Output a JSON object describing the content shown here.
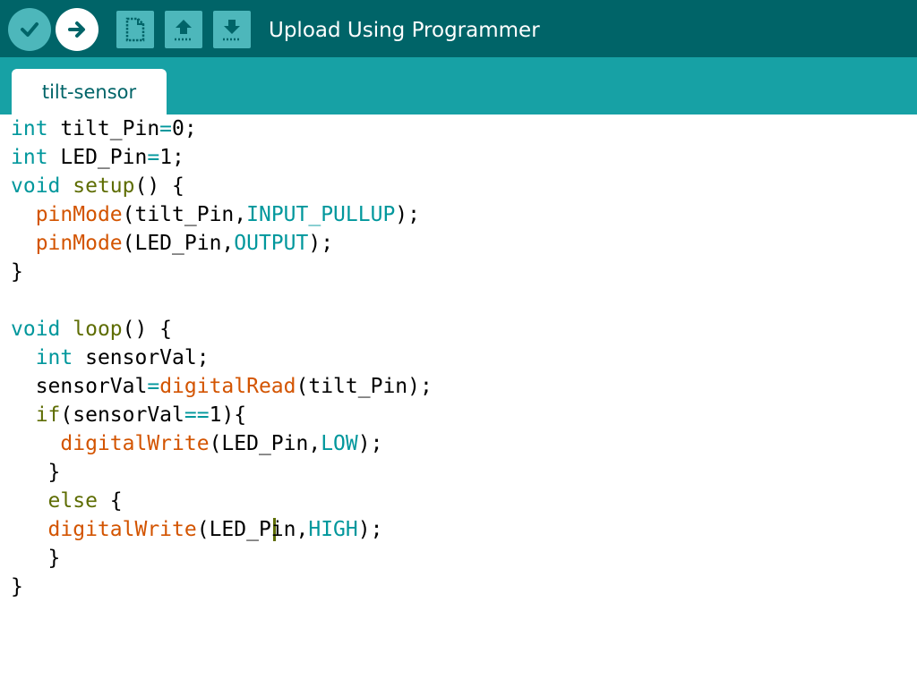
{
  "toolbar": {
    "title": "Upload Using Programmer",
    "buttons": [
      {
        "name": "verify",
        "icon": "check-icon"
      },
      {
        "name": "upload",
        "icon": "arrow-right-icon"
      },
      {
        "name": "new",
        "icon": "new-document-icon"
      },
      {
        "name": "open",
        "icon": "open-arrow-up-icon"
      },
      {
        "name": "save",
        "icon": "save-arrow-down-icon"
      }
    ]
  },
  "tab": {
    "label": "tilt-sensor"
  },
  "colors": {
    "toolbar_bg": "#006468",
    "tabbar_bg": "#17a1a5",
    "button_bg": "#4db7bb",
    "type_keyword": "#00979c",
    "function": "#d35400",
    "control_keyword": "#5e6d03"
  },
  "code": {
    "lines": [
      [
        {
          "t": "int",
          "c": "type"
        },
        {
          "t": " tilt_Pin",
          "c": "plain"
        },
        {
          "t": "=",
          "c": "type"
        },
        {
          "t": "0;",
          "c": "plain"
        }
      ],
      [
        {
          "t": "int",
          "c": "type"
        },
        {
          "t": " LED_Pin",
          "c": "plain"
        },
        {
          "t": "=",
          "c": "type"
        },
        {
          "t": "1;",
          "c": "plain"
        }
      ],
      [
        {
          "t": "void",
          "c": "type"
        },
        {
          "t": " ",
          "c": "plain"
        },
        {
          "t": "setup",
          "c": "kw"
        },
        {
          "t": "() {",
          "c": "plain"
        }
      ],
      [
        {
          "t": "  ",
          "c": "plain"
        },
        {
          "t": "pinMode",
          "c": "func"
        },
        {
          "t": "(tilt_Pin,",
          "c": "plain"
        },
        {
          "t": "INPUT_PULLUP",
          "c": "const"
        },
        {
          "t": ");",
          "c": "plain"
        }
      ],
      [
        {
          "t": "  ",
          "c": "plain"
        },
        {
          "t": "pinMode",
          "c": "func"
        },
        {
          "t": "(LED_Pin,",
          "c": "plain"
        },
        {
          "t": "OUTPUT",
          "c": "const"
        },
        {
          "t": ");",
          "c": "plain"
        }
      ],
      [
        {
          "t": "}",
          "c": "plain"
        }
      ],
      [],
      [
        {
          "t": "void",
          "c": "type"
        },
        {
          "t": " ",
          "c": "plain"
        },
        {
          "t": "loop",
          "c": "kw"
        },
        {
          "t": "() {",
          "c": "plain"
        }
      ],
      [
        {
          "t": "  ",
          "c": "plain"
        },
        {
          "t": "int",
          "c": "type"
        },
        {
          "t": " sensorVal;",
          "c": "plain"
        }
      ],
      [
        {
          "t": "  sensorVal",
          "c": "plain"
        },
        {
          "t": "=",
          "c": "type"
        },
        {
          "t": "digitalRead",
          "c": "func"
        },
        {
          "t": "(tilt_Pin);",
          "c": "plain"
        }
      ],
      [
        {
          "t": "  ",
          "c": "plain"
        },
        {
          "t": "if",
          "c": "kw"
        },
        {
          "t": "(sensorVal",
          "c": "plain"
        },
        {
          "t": "==",
          "c": "type"
        },
        {
          "t": "1){",
          "c": "plain"
        }
      ],
      [
        {
          "t": "    ",
          "c": "plain"
        },
        {
          "t": "digitalWrite",
          "c": "func"
        },
        {
          "t": "(LED_Pin,",
          "c": "plain"
        },
        {
          "t": "LOW",
          "c": "const"
        },
        {
          "t": ");",
          "c": "plain"
        }
      ],
      [
        {
          "t": "   }",
          "c": "plain"
        }
      ],
      [
        {
          "t": "   ",
          "c": "plain"
        },
        {
          "t": "else",
          "c": "kw"
        },
        {
          "t": " {",
          "c": "plain"
        }
      ],
      [
        {
          "t": "   ",
          "c": "plain"
        },
        {
          "t": "digitalWrite",
          "c": "func"
        },
        {
          "t": "(LED_Pin,",
          "c": "plain"
        },
        {
          "t": "HIGH",
          "c": "const"
        },
        {
          "t": ");",
          "c": "plain"
        }
      ],
      [
        {
          "t": "   }",
          "c": "plain"
        }
      ],
      [
        {
          "t": "}",
          "c": "plain"
        }
      ]
    ]
  }
}
